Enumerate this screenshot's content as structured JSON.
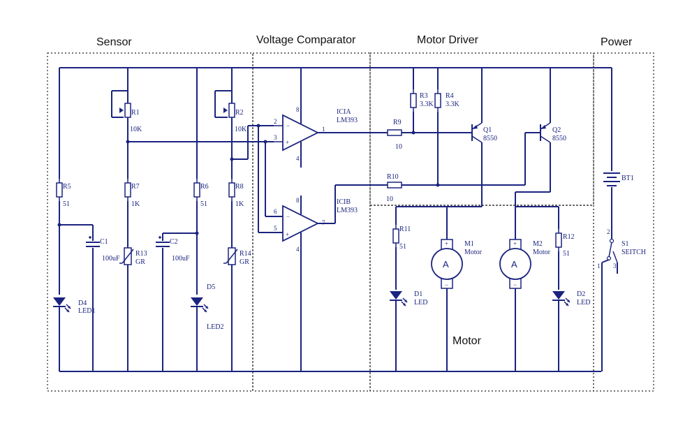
{
  "sections": {
    "sensor": "Sensor",
    "comparator": "Voltage Comparator",
    "motor_driver": "Motor Driver",
    "power": "Power",
    "motor": "Motor"
  },
  "components": {
    "r1": {
      "name": "R1",
      "value": "10K"
    },
    "r2": {
      "name": "R2",
      "value": "10K"
    },
    "r3": {
      "name": "R3",
      "value": "3.3K"
    },
    "r4": {
      "name": "R4",
      "value": "3.3K"
    },
    "r5": {
      "name": "R5",
      "value": "51"
    },
    "r6": {
      "name": "R6",
      "value": "51"
    },
    "r7": {
      "name": "R7",
      "value": "1K"
    },
    "r8": {
      "name": "R8",
      "value": "1K"
    },
    "r9": {
      "name": "R9",
      "value": "10"
    },
    "r10": {
      "name": "R10",
      "value": "10"
    },
    "r11": {
      "name": "R11",
      "value": "51"
    },
    "r12": {
      "name": "R12",
      "value": "51"
    },
    "r13": {
      "name": "R13",
      "value": "GR"
    },
    "r14": {
      "name": "R14",
      "value": "GR"
    },
    "c1": {
      "name": "C1",
      "value": "100uF"
    },
    "c2": {
      "name": "C2",
      "value": "100uF"
    },
    "d4": {
      "name": "D4",
      "value": "LED1"
    },
    "d5": {
      "name": "D5",
      "value": "LED2"
    },
    "d1": {
      "name": "D1",
      "value": "LED"
    },
    "d2": {
      "name": "D2",
      "value": "LED"
    },
    "ic1a": {
      "name": "ICIA",
      "value": "LM393"
    },
    "ic1b": {
      "name": "ICIB",
      "value": "LM393"
    },
    "q1": {
      "name": "Q1",
      "value": "8550"
    },
    "q2": {
      "name": "Q2",
      "value": "8550"
    },
    "m1": {
      "name": "M1",
      "value": "Motor",
      "symbol": "A"
    },
    "m2": {
      "name": "M2",
      "value": "Motor",
      "symbol": "A"
    },
    "bt1": {
      "name": "BT1"
    },
    "s1": {
      "name": "S1",
      "value": "SEITCH"
    }
  },
  "pins": {
    "ica_in_neg": "2",
    "ica_in_pos": "3",
    "ica_out": "1",
    "ica_vcc": "8",
    "ica_gnd": "4",
    "icb_in_neg": "6",
    "icb_in_pos": "5",
    "icb_out": "7",
    "icb_vcc": "8",
    "icb_gnd": "4",
    "s1_p1": "1",
    "s1_p2": "2",
    "s1_p3": "3",
    "minus": "−",
    "plus": "+"
  }
}
